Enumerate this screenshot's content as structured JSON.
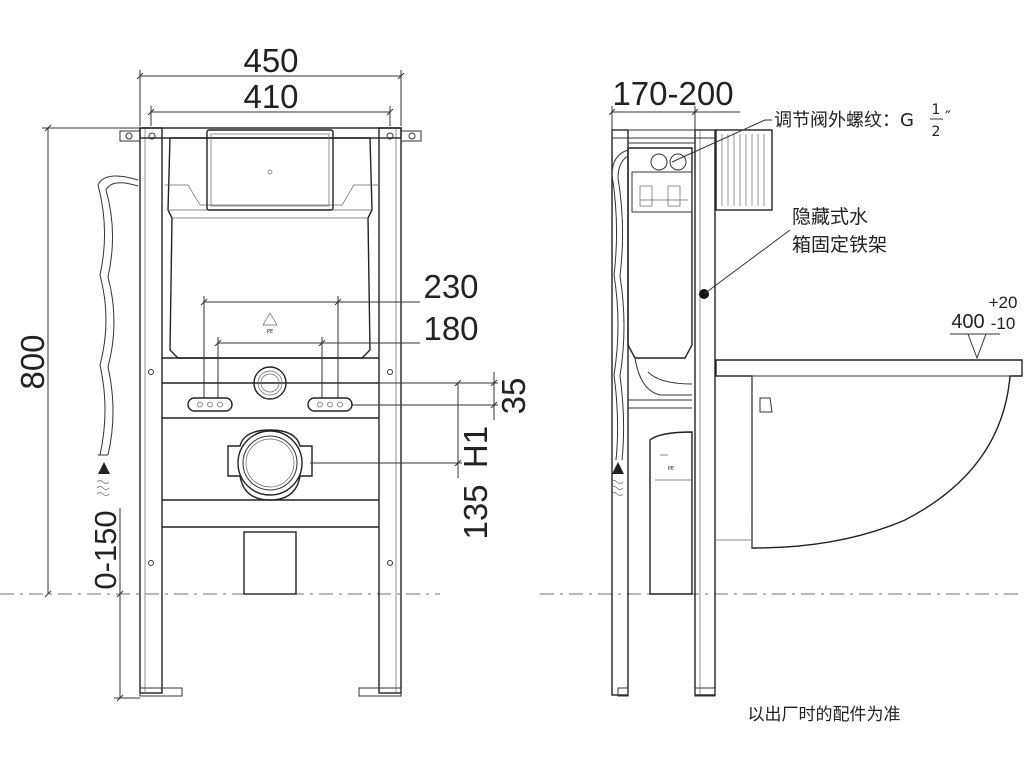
{
  "dimensions": {
    "width_overall": "450",
    "width_frame": "410",
    "depth_range": "170-200",
    "height_total": "800",
    "inlet_range": "0-150",
    "flush_spacing_outer": "230",
    "flush_spacing_inner": "180",
    "offset_35": "35",
    "h1": "H1",
    "outlet_135": "135",
    "bowl_height": "400",
    "bowl_tol_plus": "+20",
    "bowl_tol_minus": "-10"
  },
  "labels": {
    "valve_thread_prefix": "调节阀外螺纹：G",
    "valve_thread_num": "1",
    "valve_thread_den": "2",
    "valve_thread_suffix": "″",
    "frame_line1": "隐藏式水",
    "frame_line2": "箱固定铁架",
    "footnote": "以出厂时的配件为准"
  }
}
